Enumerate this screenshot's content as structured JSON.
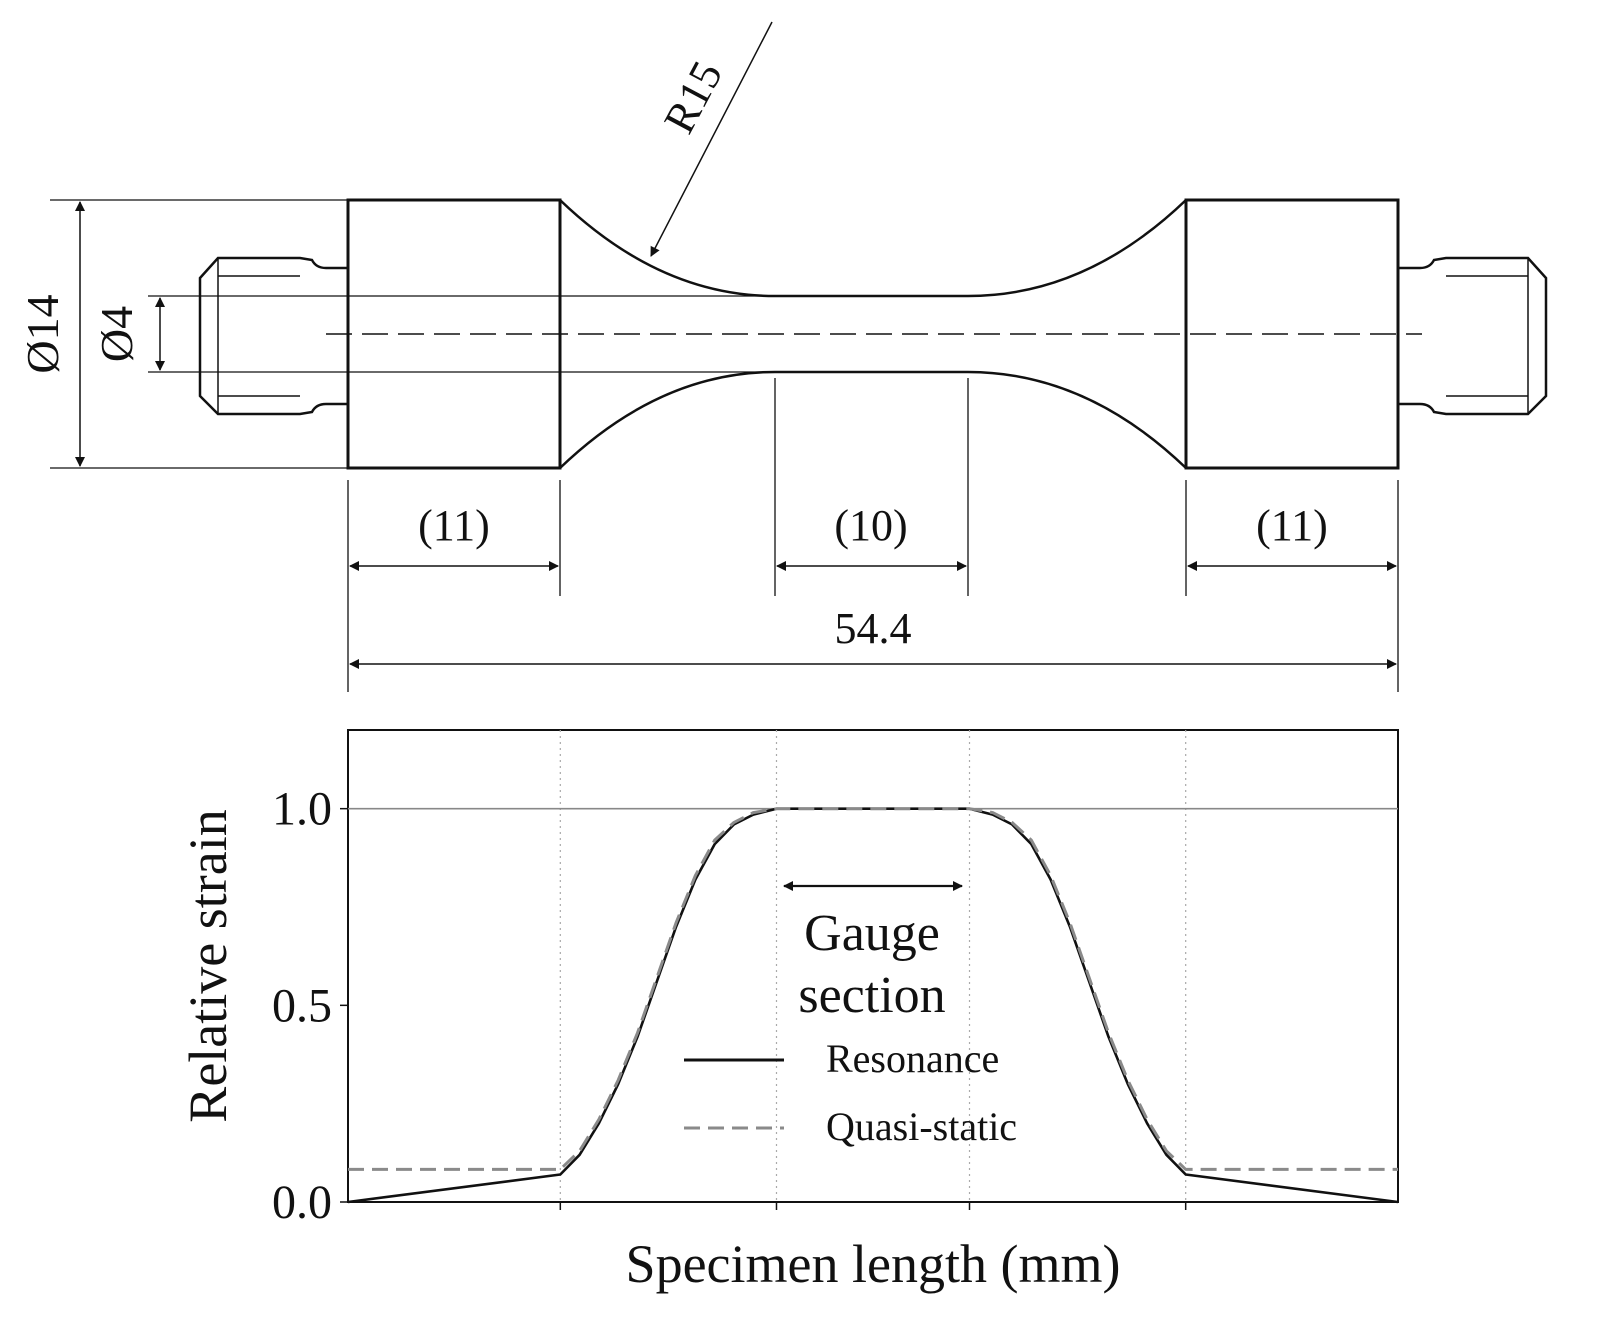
{
  "drawing": {
    "radius_label": "R15",
    "outer_diameter_label": "Ø14",
    "gauge_diameter_label": "Ø4",
    "left_grip_label": "(11)",
    "gauge_length_label": "(10)",
    "right_grip_label": "(11)",
    "total_length_label": "54.4"
  },
  "chart_data": {
    "type": "line",
    "xlabel": "Specimen length (mm)",
    "ylabel": "Relative strain",
    "ylim": [
      0.0,
      1.2
    ],
    "yticks": [
      "0.0",
      "0.5",
      "1.0"
    ],
    "xlim": [
      0,
      54.4
    ],
    "x_sections": [
      0,
      11,
      22.2,
      32.2,
      43.4,
      54.4
    ],
    "reference_line_y": 1.0,
    "annotation": {
      "line1": "Gauge",
      "line2": "section"
    },
    "legend_position": "center",
    "series": [
      {
        "name": "Resonance",
        "style": "solid",
        "color": "#111111",
        "x": [
          0,
          11,
          12,
          13,
          14,
          15,
          16,
          17,
          18,
          19,
          20,
          21,
          22.2,
          32.2,
          33.4,
          34.4,
          35.4,
          36.4,
          37.4,
          38.4,
          39.4,
          40.4,
          41.4,
          42.4,
          43.4,
          54.4
        ],
        "y": [
          0.0,
          0.07,
          0.12,
          0.2,
          0.3,
          0.42,
          0.56,
          0.7,
          0.82,
          0.91,
          0.96,
          0.985,
          1.0,
          1.0,
          0.985,
          0.96,
          0.91,
          0.82,
          0.7,
          0.56,
          0.42,
          0.3,
          0.2,
          0.12,
          0.07,
          0.0
        ]
      },
      {
        "name": "Quasi-static",
        "style": "dashed",
        "color": "#8a8a8a",
        "x": [
          0,
          11,
          12,
          13,
          14,
          15,
          16,
          17,
          18,
          19,
          20,
          21,
          22.2,
          32.2,
          33.4,
          34.4,
          35.4,
          36.4,
          37.4,
          38.4,
          39.4,
          40.4,
          41.4,
          42.4,
          43.4,
          54.4
        ],
        "y": [
          0.083,
          0.083,
          0.13,
          0.21,
          0.31,
          0.43,
          0.57,
          0.71,
          0.83,
          0.92,
          0.965,
          0.99,
          1.0,
          1.0,
          0.99,
          0.965,
          0.92,
          0.83,
          0.71,
          0.57,
          0.43,
          0.31,
          0.21,
          0.13,
          0.083,
          0.083
        ]
      }
    ]
  }
}
